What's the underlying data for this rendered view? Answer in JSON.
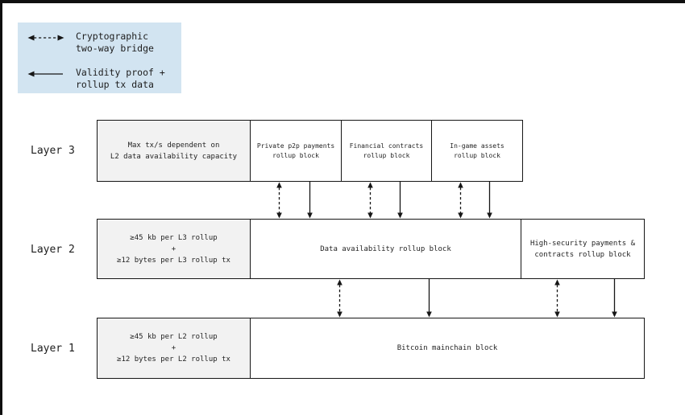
{
  "legend": {
    "items": [
      {
        "arrow": "cryptographic-bridge",
        "label": "Cryptographic\ntwo-way bridge"
      },
      {
        "arrow": "validity-proof",
        "label": "Validity proof +\nrollup tx data"
      }
    ]
  },
  "layers": [
    {
      "label": "Layer 3",
      "note": "Max tx/s dependent on\nL2 data availability capacity",
      "blocks": [
        "Private p2p payments\nrollup block",
        "Financial contracts\nrollup block",
        "In-game assets\nrollup block"
      ]
    },
    {
      "label": "Layer 2",
      "note": "≥45 kb per L3 rollup\n+\n≥12 bytes per L3 rollup tx",
      "blocks": [
        "Data availability rollup block",
        "High-security payments &\ncontracts rollup block"
      ]
    },
    {
      "label": "Layer 1",
      "note": "≥45 kb per L2 rollup\n+\n≥12 bytes per L2 rollup tx",
      "blocks": [
        "Bitcoin mainchain block"
      ]
    }
  ],
  "colors": {
    "legend_bg": "#d2e4f1",
    "note_box_bg": "#f2f2f2",
    "block_bg": "#ffffff",
    "line": "#161616"
  }
}
